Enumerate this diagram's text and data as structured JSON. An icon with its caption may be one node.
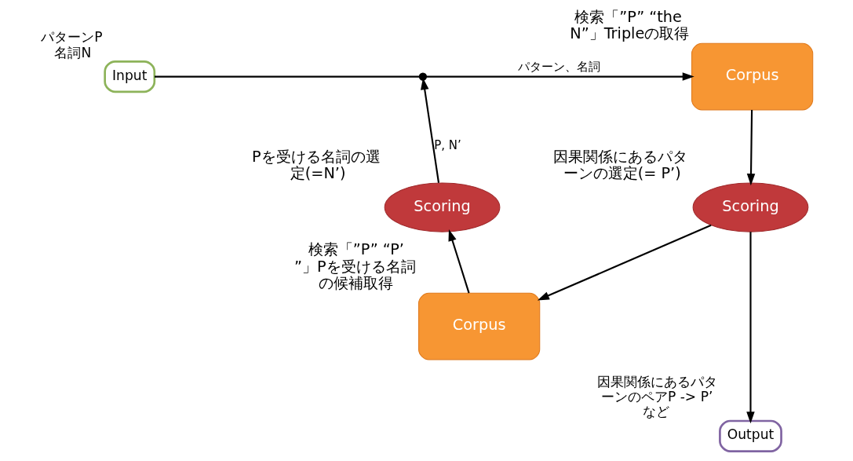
{
  "diagram": {
    "nodes": [
      {
        "text": [
          "Input"
        ],
        "beside": [
          "パターンP",
          "名詞N"
        ]
      },
      {
        "text": [],
        "shape": "circle"
      },
      {
        "text": [
          "Corpus"
        ],
        "beside": [
          "検索「”P” “the N”」Tripleの取得"
        ]
      },
      {
        "text": [
          "Scoring"
        ],
        "beside": [
          "因果関係にあるパターンの選定(= P’)"
        ]
      },
      {
        "text": [
          "Corpus"
        ],
        "beside": [
          "検索「”P” “P’”」Pを受ける名詞の候補取得"
        ]
      },
      {
        "text": [
          "Scoring"
        ],
        "beside": [
          "Pを受ける名詞の選定(=N’)"
        ]
      },
      {
        "text": [
          "Output"
        ],
        "beside": [
          "因果関係にあるパターンのペアP -> P’ など"
        ]
      }
    ],
    "edges": [
      {
        "from": 0,
        "to": 1,
        "arrow": "none"
      },
      {
        "from": 1,
        "to": 2,
        "arrow": "to",
        "label": "パターン、名詞"
      },
      {
        "from": 2,
        "to": 3,
        "arrow": "to"
      },
      {
        "from": 3,
        "to": 4,
        "arrow": "to"
      },
      {
        "from": 3,
        "to": 6,
        "arrow": "to"
      },
      {
        "from": 4,
        "to": 5,
        "arrow": "to"
      },
      {
        "from": 5,
        "to": 1,
        "arrow": "to",
        "label": "P, N’"
      }
    ]
  }
}
